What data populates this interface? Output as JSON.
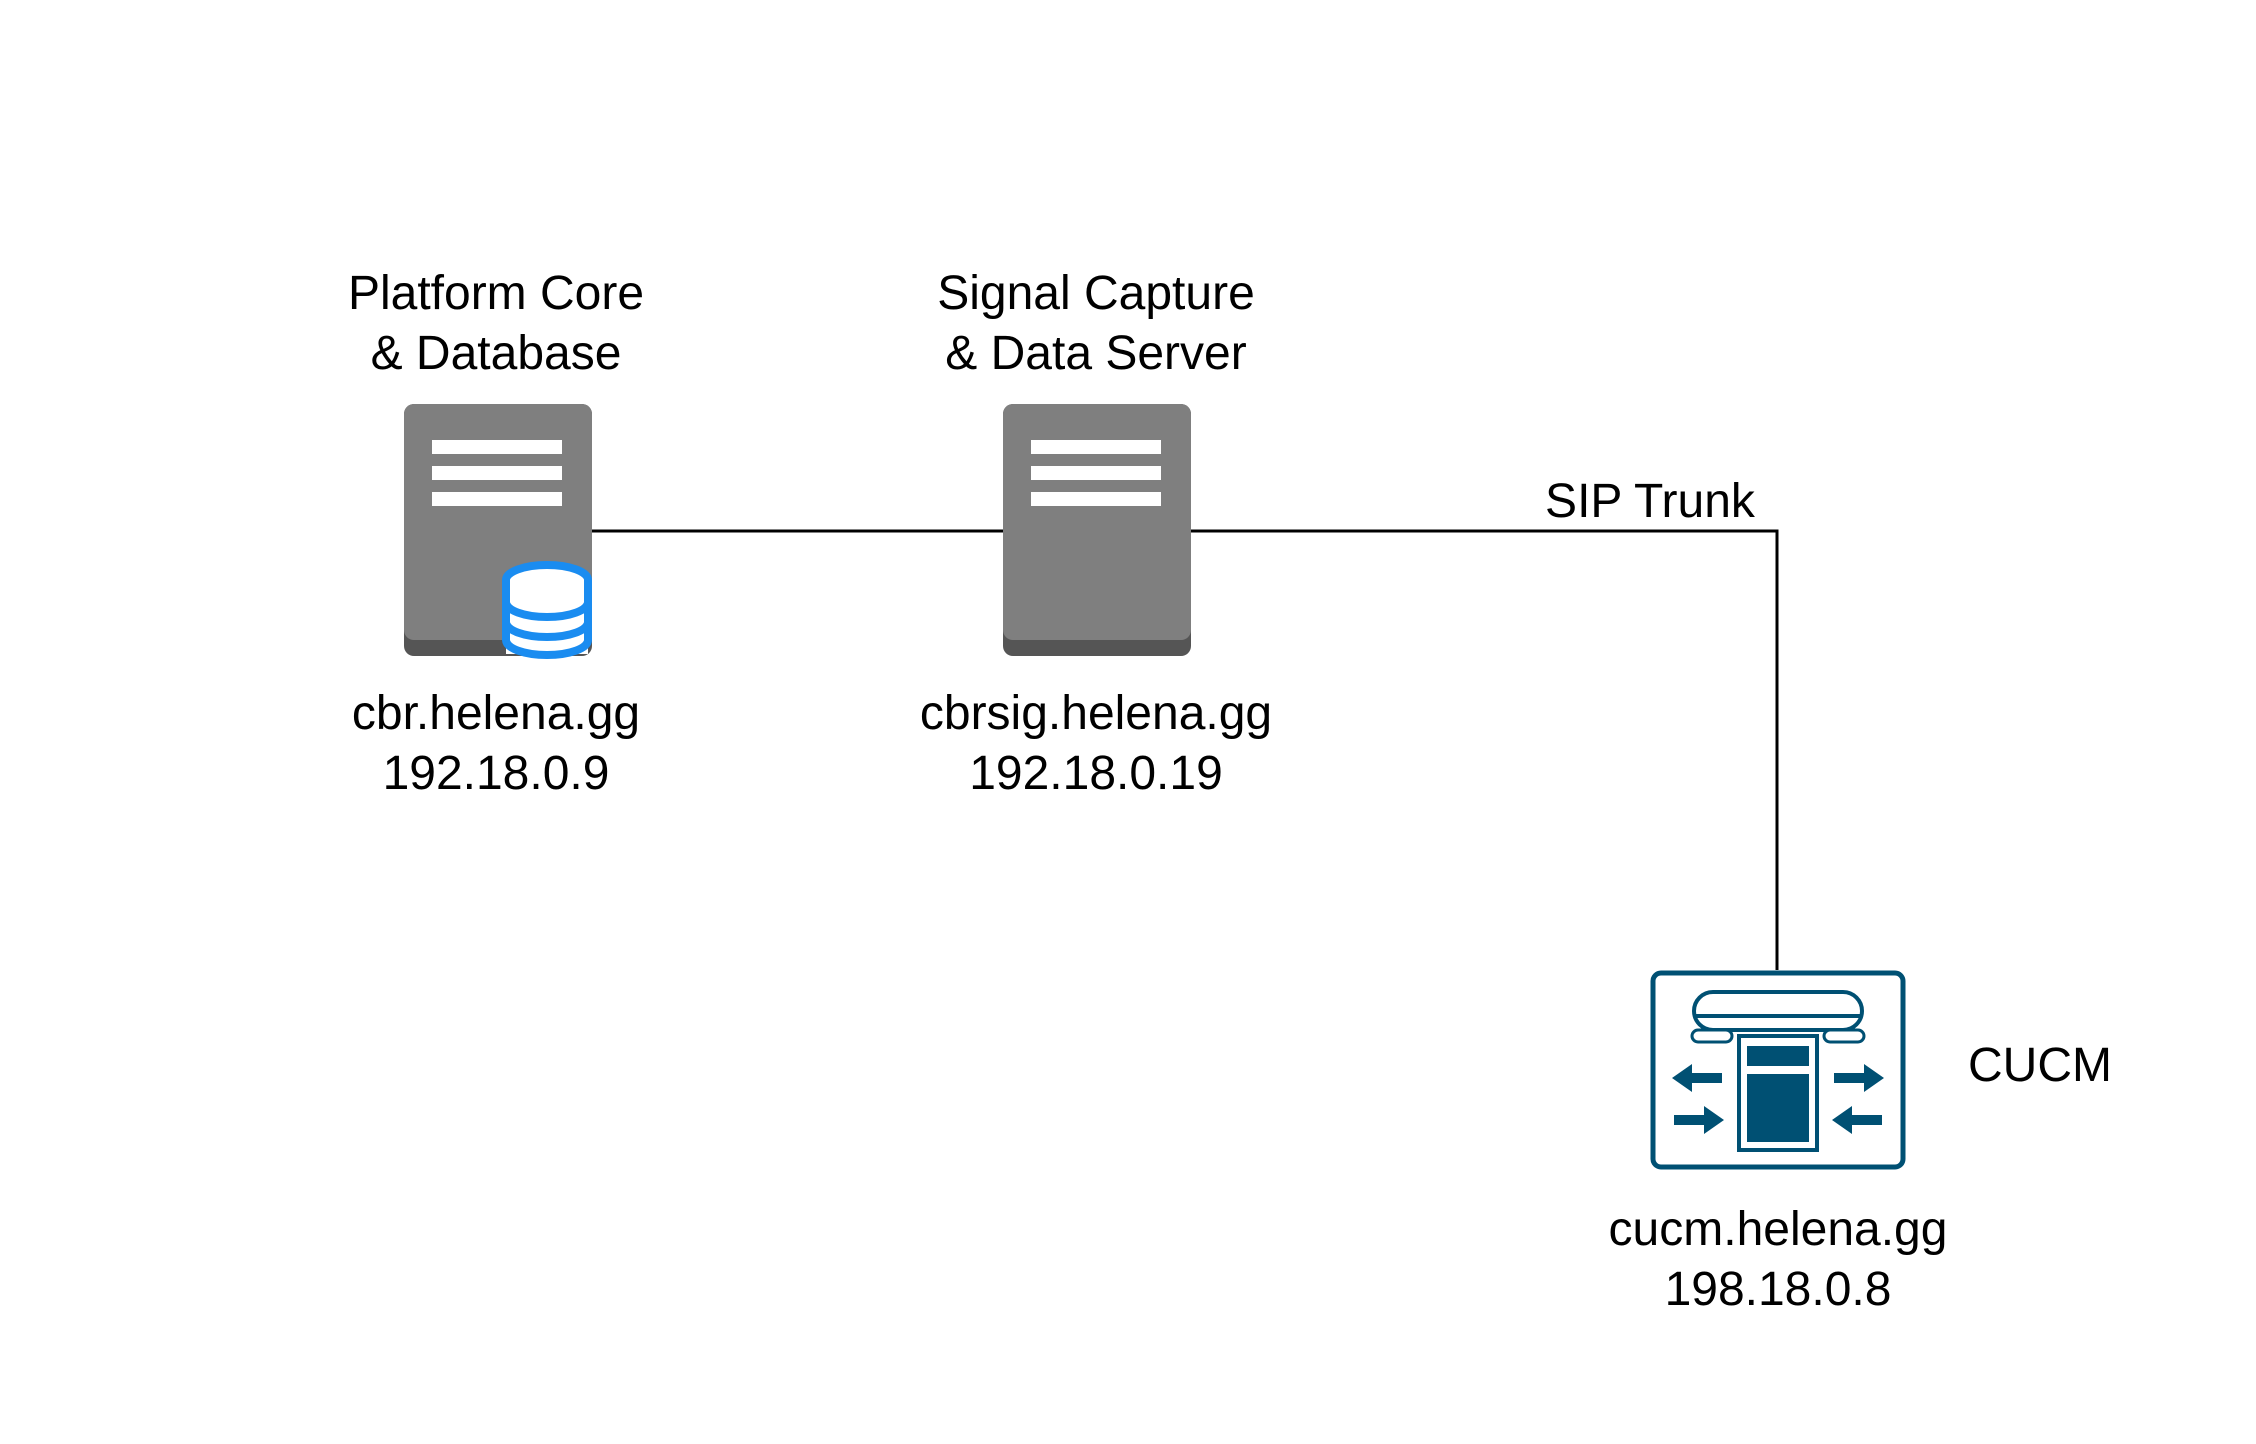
{
  "nodes": {
    "core": {
      "title_line1": "Platform Core",
      "title_line2": "& Database",
      "hostname": "cbr.helena.gg",
      "ip": "192.18.0.9",
      "icon": "server-with-database-icon"
    },
    "signal": {
      "title_line1": "Signal Capture",
      "title_line2": "& Data Server",
      "hostname": "cbrsig.helena.gg",
      "ip": "192.18.0.19",
      "icon": "server-icon"
    },
    "cucm": {
      "title": "CUCM",
      "hostname": "cucm.helena.gg",
      "ip": "198.18.0.8",
      "icon": "call-manager-icon"
    }
  },
  "links": {
    "sip_trunk_label": "SIP Trunk"
  },
  "colors": {
    "server_body": "#7f7f7f",
    "server_base": "#555555",
    "database_blue": "#1a8cf0",
    "cucm_blue": "#005073",
    "line": "#000000"
  }
}
